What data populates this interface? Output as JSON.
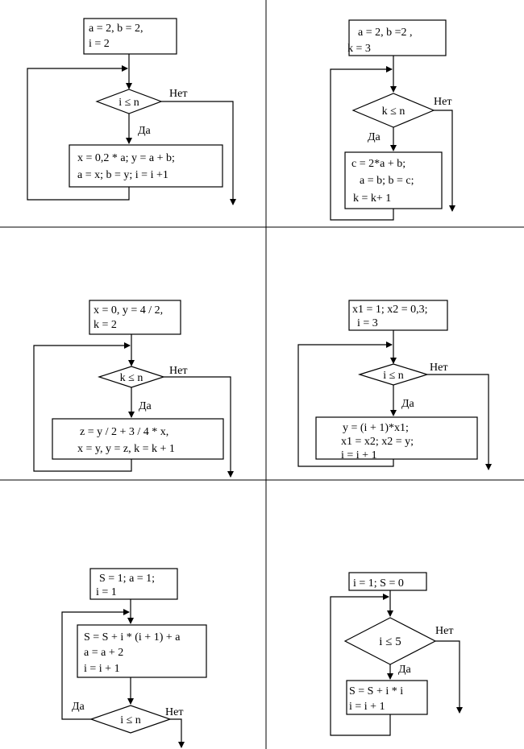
{
  "panels": [
    {
      "init": [
        "a = 2, b = 2,",
        "i = 2"
      ],
      "cond": "i ≤ n",
      "yes": "Да",
      "no": "Нет",
      "body": [
        "x = 0,2 * a; y = a + b;",
        "a = x; b = y; i = i +1"
      ]
    },
    {
      "init": [
        "a = 2, b =2 ,",
        "k = 3"
      ],
      "cond": "k ≤ n",
      "yes": "Да",
      "no": "Нет",
      "body": [
        "c = 2*a + b;",
        "a = b;  b = c;",
        "k = k+ 1"
      ]
    },
    {
      "init": [
        "x = 0, y = 4 / 2,",
        "k = 2"
      ],
      "cond": "k ≤ n",
      "yes": "Да",
      "no": "Нет",
      "body": [
        "z = y / 2 + 3 / 4 * x,",
        "x = y, y = z,  k = k + 1"
      ]
    },
    {
      "init": [
        "x1 = 1; x2 = 0,3;",
        "i = 3"
      ],
      "cond": "i ≤ n",
      "yes": "Да",
      "no": "Нет",
      "body": [
        "y = (i + 1)*x1;",
        "x1 = x2; x2 = y;",
        "i = i + 1"
      ]
    },
    {
      "init": [
        "S = 1; a = 1;",
        "i = 1"
      ],
      "cond": "i ≤ n",
      "yes": "Да",
      "no": "Нет",
      "body": [
        "S = S + i * (i + 1) + a",
        "a = a + 2",
        "i = i + 1"
      ]
    },
    {
      "init": [
        "i = 1; S = 0"
      ],
      "cond": "i ≤ 5",
      "yes": "Да",
      "no": "Нет",
      "body": [
        "S = S + i * i",
        "i = i + 1"
      ]
    }
  ]
}
